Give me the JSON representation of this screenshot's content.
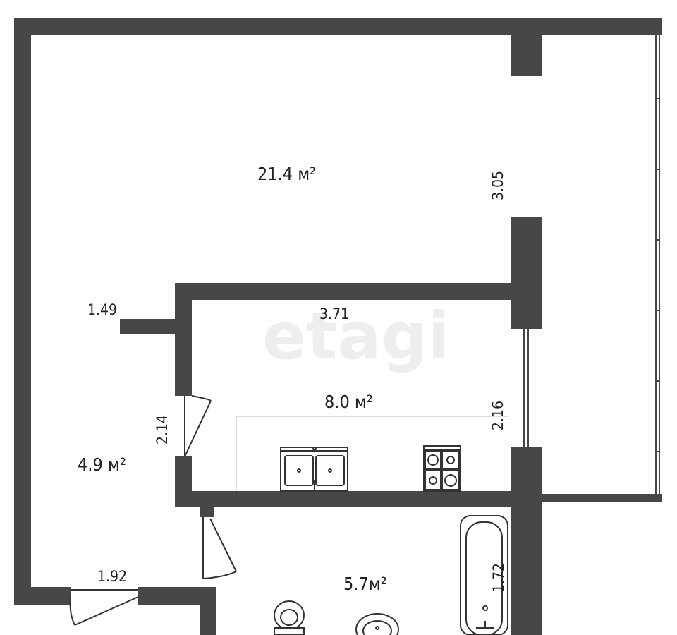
{
  "watermark": "etagi",
  "colors": {
    "wall": "#474747",
    "fixture": "#333333",
    "watermark": "#eeeeee",
    "background": "#ffffff"
  },
  "rooms": {
    "living": {
      "area": "21.4 м²"
    },
    "kitchen": {
      "area": "8.0 м²"
    },
    "hall": {
      "area": "4.9 м²"
    },
    "bathroom": {
      "area": "5.7м²"
    }
  },
  "dimensions": {
    "living_wall": "3.05",
    "hall_wall": "1.49",
    "kitchen_width": "3.71",
    "kitchen_height": "2.16",
    "hall_door": "2.14",
    "entrance": "1.92",
    "bath": "1.72"
  },
  "fixtures": [
    "double-sink",
    "stove",
    "bathtub",
    "toilet",
    "washbasin"
  ]
}
